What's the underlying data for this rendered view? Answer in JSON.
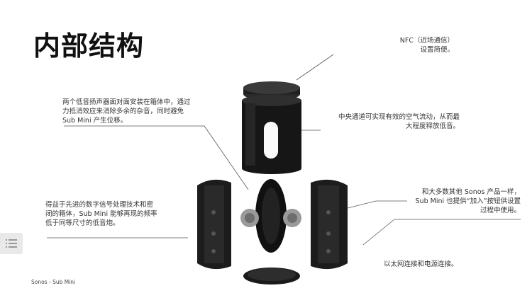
{
  "slide": {
    "title": "内部结构",
    "callouts": {
      "nfc": "NFC（近场通信）\n设置简便。",
      "woofers": "两个低音扬声器面对面安装在箱体中，通过\n力抵消效应来消除多余的杂音，同时避免\nSub Mini 产生位移。",
      "channel": "中央通道可实现有效的空气流动，从而最\n大程度释放低音。",
      "dsp": "得益于先进的数字信号处理技术和密\n闭的箱体，Sub Mini 能够再现的频率\n低于同等尺寸的低音炮。",
      "join": "和大多数其他 Sonos 产品一样，\nSub Mini 也提供“加入”按钮供设置\n过程中使用。",
      "ethernet": "以太网连接和电源连接。"
    },
    "footer": "Sonos - Sub Mini"
  },
  "controls": {
    "menu_icon": "list-menu-icon"
  }
}
